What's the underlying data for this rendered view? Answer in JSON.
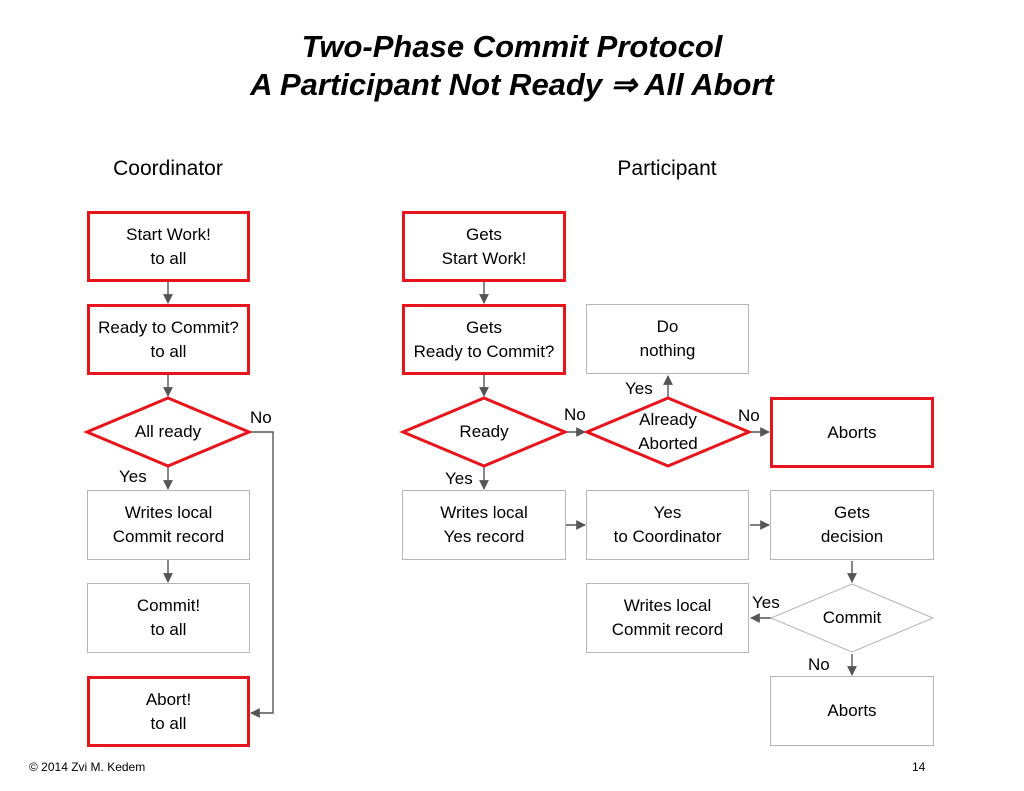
{
  "title": {
    "line1": "Two-Phase Commit Protocol",
    "line2": "A Participant Not Ready ⇒ All Abort"
  },
  "columns": {
    "coordinator": "Coordinator",
    "participant": "Participant"
  },
  "coordinator": {
    "start_work": [
      "Start Work!",
      "to all"
    ],
    "ready_to_commit": [
      "Ready to Commit?",
      "to all"
    ],
    "all_ready": "All ready",
    "writes_commit": [
      "Writes local",
      "Commit record"
    ],
    "commit_all": [
      "Commit!",
      "to all"
    ],
    "abort_all": [
      "Abort!",
      "to all"
    ]
  },
  "participant": {
    "gets_start": [
      "Gets",
      "Start Work!"
    ],
    "gets_ready": [
      "Gets",
      "Ready to Commit?"
    ],
    "ready": "Ready",
    "do_nothing": [
      "Do",
      "nothing"
    ],
    "already_aborted": [
      "Already",
      "Aborted"
    ],
    "aborts_top": "Aborts",
    "writes_yes": [
      "Writes local",
      "Yes record"
    ],
    "yes_coord": [
      "Yes",
      "to Coordinator"
    ],
    "gets_decision": [
      "Gets",
      "decision"
    ],
    "commit": "Commit",
    "writes_commit": [
      "Writes local",
      "Commit record"
    ],
    "aborts_bottom": "Aborts"
  },
  "edge_labels": {
    "all_ready_no": "No",
    "all_ready_yes": "Yes",
    "ready_yes": "Yes",
    "ready_no": "No",
    "already_yes": "Yes",
    "already_no": "No",
    "commit_yes": "Yes",
    "commit_no": "No"
  },
  "footer": {
    "copyright": "©  2014 Zvi M. Kedem",
    "page": "14"
  },
  "colors": {
    "highlight_border": "#e8141b",
    "plain_border": "#b5b5b5",
    "arrow": "#555555"
  }
}
